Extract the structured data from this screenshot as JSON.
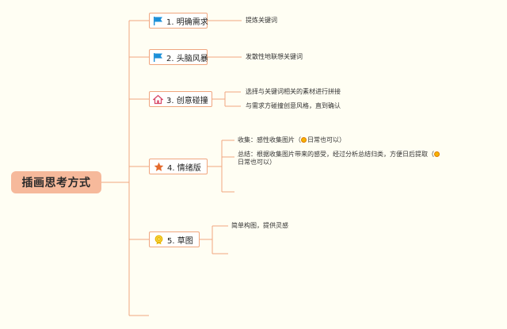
{
  "root": {
    "label": "插画思考方式"
  },
  "branches": [
    {
      "label": "1. 明确需求",
      "icon": "blue-flag-icon",
      "leaves": [
        "提炼关键词"
      ]
    },
    {
      "label": "2. 头脑风暴",
      "icon": "blue-flag-icon",
      "leaves": [
        "发散性地联想关键词"
      ]
    },
    {
      "label": "3. 创意碰撞",
      "icon": "house-icon",
      "leaves": [
        "选择与关键词相关的素材进行拼接",
        "与需求方碰撞创意风格，直到确认"
      ]
    },
    {
      "label": "4. 情绪版",
      "icon": "star-icon",
      "leaves": [
        {
          "prefix": "收集：感性收集图片（",
          "sun": "sun-icon",
          "suffix": "日常也可以）"
        },
        {
          "prefix": "总结：根据收集图片带来的感受，经过分析总结归类，方便日后提取（",
          "sun": "sun-icon",
          "suffix": "日常也可以）"
        }
      ]
    },
    {
      "label": "5. 草图",
      "icon": "medal-icon",
      "leaves": [
        "简单构图，提供灵感"
      ]
    }
  ],
  "colors": {
    "background": "#fffef3",
    "line": "#f0a67f",
    "root_fill": "#f6b99b",
    "flag_blue": "#1c8fd8",
    "star_orange": "#e46b2e",
    "house_pink": "#d84a6a",
    "medal_gold": "#e8b500"
  }
}
